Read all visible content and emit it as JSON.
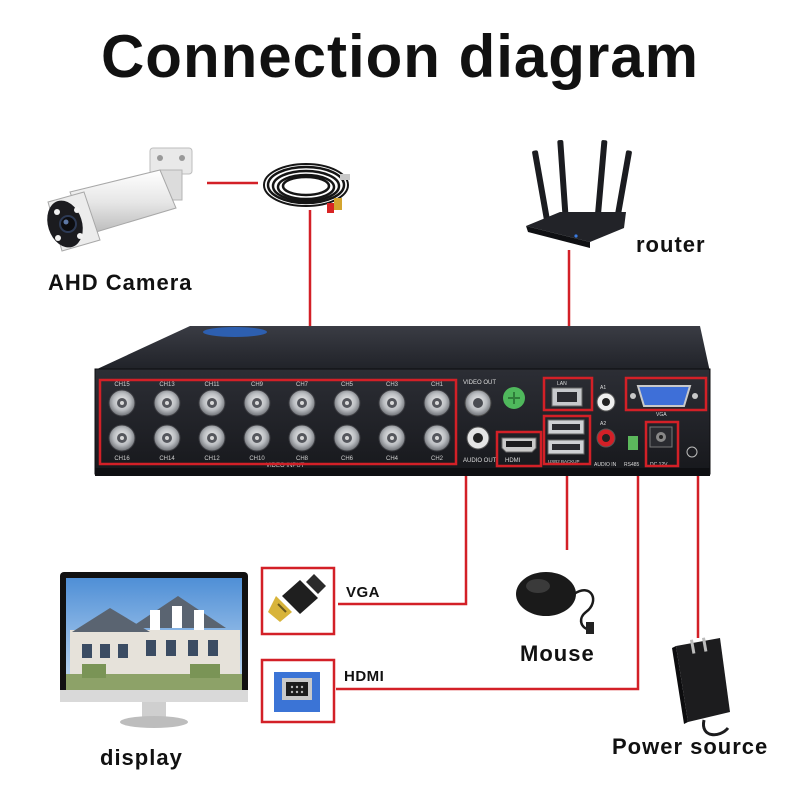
{
  "title": "Connection diagram",
  "labels": {
    "camera": "AHD Camera",
    "router": "router",
    "mouse": "Mouse",
    "display": "display",
    "power": "Power source",
    "vga": "VGA",
    "hdmi": "HDMI"
  },
  "dvr_panel": {
    "video_out": "VIDEO OUT",
    "audio_out": "AUDIO OUT",
    "video_input": "VIDEO INPUT",
    "lan": "LAN",
    "a1": "A1",
    "a2": "A2",
    "audio_in": "AUDIO IN",
    "vga_port": "VGA",
    "rs485": "RS485",
    "dc": "DC 12V",
    "usb": "USB2 BACKUP",
    "hdmi_port": "HDMI",
    "channels_top": [
      "CH15",
      "CH13",
      "CH11",
      "CH9",
      "CH7",
      "CH5",
      "CH3",
      "CH1"
    ],
    "channels_bottom": [
      "CH16",
      "CH14",
      "CH12",
      "CH10",
      "CH8",
      "CH6",
      "CH4",
      "CH2"
    ]
  },
  "colors": {
    "connector": "#d32027",
    "text": "#111111"
  }
}
